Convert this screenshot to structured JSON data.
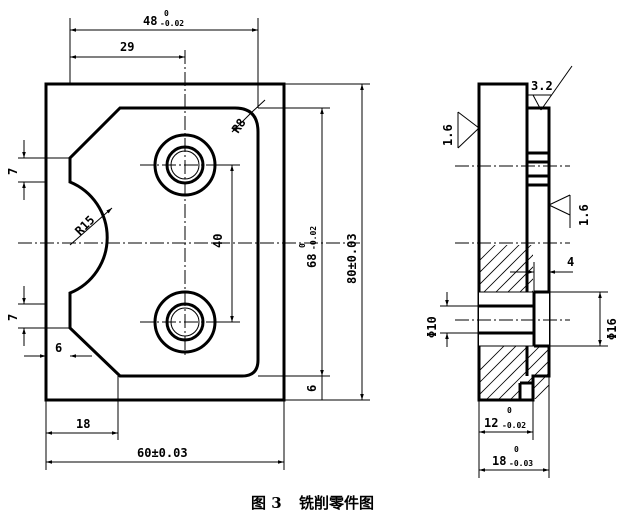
{
  "front_view": {
    "dims": {
      "top_width": "48",
      "top_width_tol": "-0.02",
      "top_width_tol_upper": "0",
      "hole_offset": "29",
      "corner_radius": "R8",
      "arc_radius": "R15",
      "hole_spacing": "40",
      "pocket_height": "68",
      "pocket_height_tol": "-0.02",
      "pocket_height_tol_upper": "0",
      "overall_height": "80±0.03",
      "upper_slot_offset": "7",
      "lower_slot_offset": "7",
      "slot_width": "6",
      "bottom_offset": "6",
      "left_offset": "18",
      "overall_width": "60±0.03"
    }
  },
  "side_view": {
    "dims": {
      "rough_top": "3.2",
      "rough_left": "1.6",
      "rough_right": "1.6",
      "step_width": "4",
      "bore_small": "Φ10",
      "bore_large": "Φ16",
      "thickness_inner": "12",
      "thickness_inner_tol": "-0.02",
      "thickness_inner_tol_upper": "0",
      "thickness_total": "18",
      "thickness_total_tol": "-0.03",
      "thickness_total_tol_upper": "0"
    }
  },
  "caption": {
    "figure": "图 3",
    "title": "铣削零件图"
  }
}
